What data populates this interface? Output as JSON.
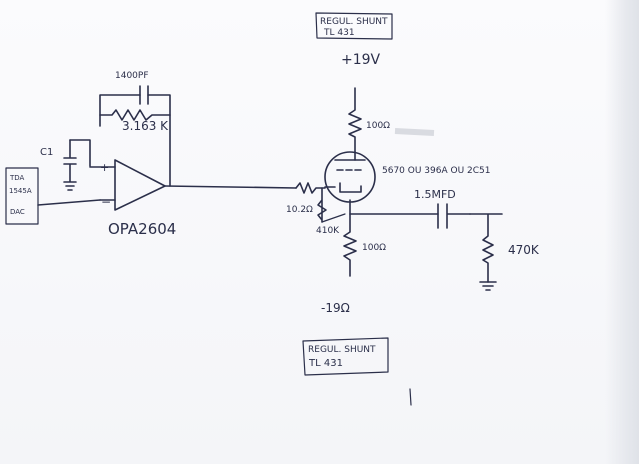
{
  "labels": {
    "top_shunt_line1": "REGUL. SHUNT",
    "top_shunt_line2": "TL 431",
    "plus_supply": "+19V",
    "cap_1400": "1400PF",
    "res_feedback": "3.163 K",
    "cap_c1": "C1",
    "opamp_name": "OPA2604",
    "plus_sign": "+",
    "minus_sign": "−",
    "tda_line1": "TDA",
    "tda_line2": "1545A",
    "tda_line3": "DAC",
    "res_top_100": "100Ω",
    "tube_models": "5670 OU 396A  OU 2C51",
    "cap_coupling": "1.5MFD",
    "res_grid": "10.2Ω",
    "res_410k": "410K",
    "res_bottom_100": "100Ω",
    "res_load": "470K",
    "minus_supply": "-19Ω",
    "bot_shunt_line1": "REGUL. SHUNT",
    "bot_shunt_line2": "TL 431"
  }
}
